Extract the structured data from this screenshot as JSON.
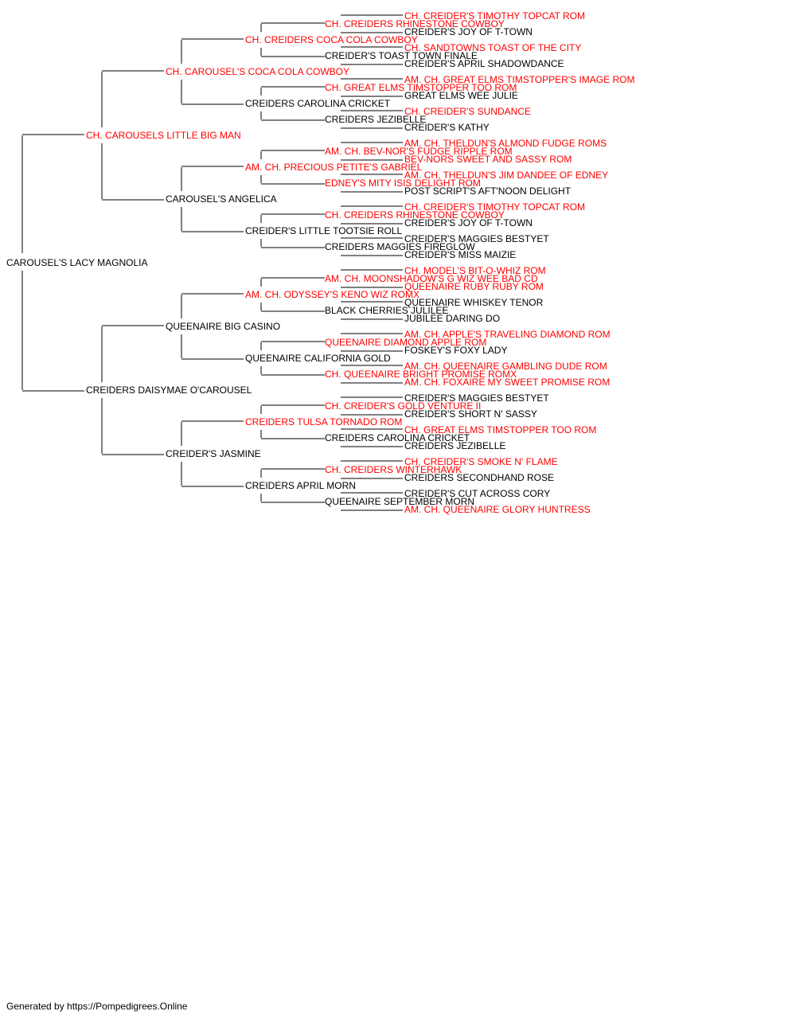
{
  "colors": {
    "champion": "#ff0000",
    "normal": "#000000",
    "line": "#000000"
  },
  "pedigree": {
    "name": "CAROUSEL'S LACY MAGNOLIA",
    "champion": false,
    "sire": {
      "name": "CH. CAROUSELS LITTLE BIG MAN",
      "champion": true,
      "sire": {
        "name": "CH. CAROUSEL'S COCA COLA COWBOY",
        "champion": true,
        "sire": {
          "name": "CH. CREIDERS COCA COLA COWBOY",
          "champion": true,
          "sire": {
            "name": "CH. CREIDERS RHINESTONE COWBOY",
            "champion": true,
            "sire": {
              "name": "CH. CREIDER'S TIMOTHY TOPCAT ROM",
              "champion": true
            },
            "dam": {
              "name": "CREIDER'S JOY OF T-TOWN",
              "champion": false
            }
          },
          "dam": {
            "name": "CREIDER'S TOAST TOWN FINALE",
            "champion": false,
            "sire": {
              "name": "CH. SANDTOWNS TOAST OF THE CITY",
              "champion": true
            },
            "dam": {
              "name": "CREIDER'S APRIL SHADOWDANCE",
              "champion": false
            }
          }
        },
        "dam": {
          "name": "CREIDERS CAROLINA CRICKET",
          "champion": false,
          "sire": {
            "name": "CH. GREAT ELMS TIMSTOPPER TOO ROM",
            "champion": true,
            "sire": {
              "name": "AM. CH. GREAT ELMS TIMSTOPPER'S IMAGE ROM",
              "champion": true
            },
            "dam": {
              "name": "GREAT ELMS WEE JULIE",
              "champion": false
            }
          },
          "dam": {
            "name": "CREIDERS JEZIBELLE",
            "champion": false,
            "sire": {
              "name": "CH. CREIDER'S SUNDANCE",
              "champion": true
            },
            "dam": {
              "name": "CREIDER'S KATHY",
              "champion": false
            }
          }
        }
      },
      "dam": {
        "name": "CAROUSEL'S ANGELICA",
        "champion": false,
        "sire": {
          "name": "AM. CH. PRECIOUS PETITE'S GABRIEL",
          "champion": true,
          "sire": {
            "name": "AM. CH. BEV-NOR'S FUDGE RIPPLE ROM",
            "champion": true,
            "sire": {
              "name": "AM. CH. THELDUN'S ALMOND FUDGE ROMS",
              "champion": true
            },
            "dam": {
              "name": "BEV-NORS SWEET AND SASSY ROM",
              "champion": true
            }
          },
          "dam": {
            "name": "EDNEY'S MITY ISIS DELIGHT ROM",
            "champion": true,
            "sire": {
              "name": "AM. CH. THELDUN'S JIM DANDEE OF EDNEY",
              "champion": true
            },
            "dam": {
              "name": "POST SCRIPT'S AFT'NOON DELIGHT",
              "champion": false
            }
          }
        },
        "dam": {
          "name": "CREIDER'S LITTLE TOOTSIE ROLL",
          "champion": false,
          "sire": {
            "name": "CH. CREIDERS RHINESTONE COWBOY",
            "champion": true,
            "sire": {
              "name": "CH. CREIDER'S TIMOTHY TOPCAT ROM",
              "champion": true
            },
            "dam": {
              "name": "CREIDER'S JOY OF T-TOWN",
              "champion": false
            }
          },
          "dam": {
            "name": "CREIDERS MAGGIES FIREGLOW",
            "champion": false,
            "sire": {
              "name": "CREIDER'S MAGGIES BESTYET",
              "champion": false
            },
            "dam": {
              "name": "CREIDER'S MISS MAIZIE",
              "champion": false
            }
          }
        }
      }
    },
    "dam": {
      "name": "CREIDERS DAISYMAE O'CAROUSEL",
      "champion": false,
      "sire": {
        "name": "QUEENAIRE BIG CASINO",
        "champion": false,
        "sire": {
          "name": "AM. CH. ODYSSEY'S KENO WIZ ROMX",
          "champion": true,
          "sire": {
            "name": "AM. CH. MOONSHADOW'S G WIZ WEE BAD CD",
            "champion": true,
            "sire": {
              "name": "CH. MODEL'S BIT-O-WHIZ ROM",
              "champion": true
            },
            "dam": {
              "name": "QUEENAIRE RUBY RUBY ROM",
              "champion": true
            }
          },
          "dam": {
            "name": "BLACK CHERRIES JULILEE",
            "champion": false,
            "sire": {
              "name": "QUEENAIRE WHISKEY TENOR",
              "champion": false
            },
            "dam": {
              "name": "JUBILEE DARING DO",
              "champion": false
            }
          }
        },
        "dam": {
          "name": "QUEENAIRE CALIFORNIA GOLD",
          "champion": false,
          "sire": {
            "name": "QUEENAIRE DIAMOND APPLE ROM",
            "champion": true,
            "sire": {
              "name": "AM. CH. APPLE'S TRAVELING DIAMOND ROM",
              "champion": true
            },
            "dam": {
              "name": "FOSKEY'S FOXY LADY",
              "champion": false
            }
          },
          "dam": {
            "name": "CH. QUEENAIRE BRIGHT PROMISE ROMX",
            "champion": true,
            "sire": {
              "name": "AM. CH. QUEENAIRE GAMBLING DUDE ROM",
              "champion": true
            },
            "dam": {
              "name": "AM. CH. FOXAIRE MY SWEET PROMISE ROM",
              "champion": true
            }
          }
        }
      },
      "dam": {
        "name": "CREIDER'S JASMINE",
        "champion": false,
        "sire": {
          "name": "CREIDERS TULSA TORNADO ROM",
          "champion": true,
          "sire": {
            "name": "CH. CREIDER'S GOLD VENTURE II",
            "champion": true,
            "sire": {
              "name": "CREIDER'S MAGGIES BESTYET",
              "champion": false
            },
            "dam": {
              "name": "CREIDER'S SHORT N' SASSY",
              "champion": false
            }
          },
          "dam": {
            "name": "CREIDERS CAROLINA CRICKET",
            "champion": false,
            "sire": {
              "name": "CH. GREAT ELMS TIMSTOPPER TOO ROM",
              "champion": true
            },
            "dam": {
              "name": "CREIDERS JEZIBELLE",
              "champion": false
            }
          }
        },
        "dam": {
          "name": "CREIDERS APRIL MORN",
          "champion": false,
          "sire": {
            "name": "CH. CREIDERS WINTERHAWK",
            "champion": true,
            "sire": {
              "name": "CH. CREIDER'S SMOKE N' FLAME",
              "champion": true
            },
            "dam": {
              "name": "CREIDERS SECONDHAND ROSE",
              "champion": false
            }
          },
          "dam": {
            "name": "QUEENAIRE SEPTEMBER MORN",
            "champion": false,
            "sire": {
              "name": "CREIDER'S CUT ACROSS CORY",
              "champion": false
            },
            "dam": {
              "name": "AM. CH. QUEENAIRE GLORY HUNTRESS",
              "champion": true
            }
          }
        }
      }
    }
  },
  "footer": {
    "text": "Generated by https://Pompedigrees.Online"
  }
}
